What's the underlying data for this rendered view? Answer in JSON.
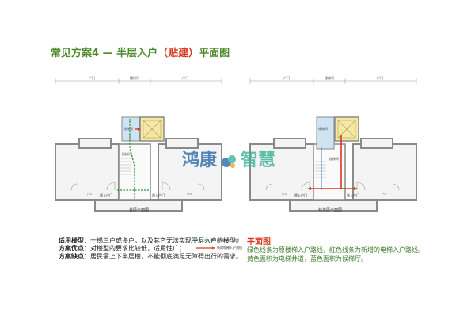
{
  "title": {
    "main": "常见方案4 — 半层入户",
    "highlight": "（贴建）",
    "suffix": "平面图"
  },
  "plan_left": {
    "caption": "首层平面图",
    "labels": {
      "top_dim_left": "户门",
      "top_dim_right": "户门",
      "top_dim_mid": "楼梯间",
      "shaft": "候梯间",
      "stair": "楼梯间",
      "door_left": "原入户门",
      "door_right": "原入户门",
      "unit_left": "户A",
      "unit_right": "户B"
    }
  },
  "plan_right": {
    "caption": "标准层平面图",
    "labels": {
      "top_dim_left": "户门",
      "top_dim_right": "户门",
      "top_dim_mid": "楼梯间",
      "shaft": "候梯间",
      "stair": "楼梯间",
      "door_left": "原入户门",
      "door_right": "原入户门",
      "unit_left": "户A",
      "unit_right": "户B"
    }
  },
  "notes": [
    {
      "label": "适用楼型：",
      "text": "一梯三户或多户，以及其它无法实现平层入户的楼型。"
    },
    {
      "label": "方案优点：",
      "text": "对楼型的要求比较低，适用性广；"
    },
    {
      "label": "方案缺点：",
      "text": "居民需上下半层楼，不能彻底满足无障碍出行的需求。"
    }
  ],
  "legend": [
    {
      "text": "原楼梯入户流线",
      "color": "#2f8f3a",
      "style": "dashed"
    },
    {
      "text": "新增电梯入户流线",
      "color": "#d9381e",
      "style": "solid"
    }
  ],
  "plan_note": {
    "title": "平面图",
    "lines": [
      "绿色线条为原楼梯入户路线，红色线条为新增的电梯入户路线。",
      "黄色面积为电梯井道，蓝色面积为候梯厅。"
    ]
  },
  "watermark": {
    "left": "鸿康",
    "right": "智慧"
  },
  "colors": {
    "green": "#2f8f3a",
    "red": "#d9381e",
    "yellow": "#f3e8a6",
    "blue": "#cfe3f2",
    "wall": "#9a9a9a"
  }
}
